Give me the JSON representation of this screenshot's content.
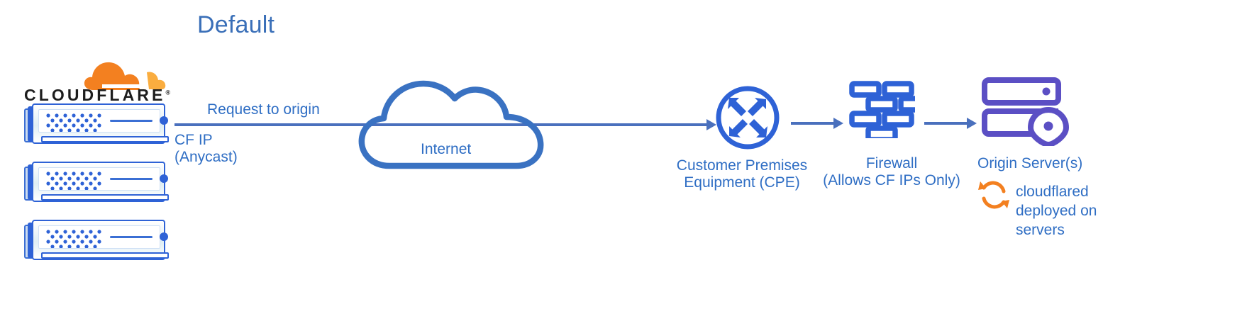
{
  "diagram": {
    "title": "Default",
    "brand": {
      "wordmark": "CLOUDFLARE",
      "registered": "®",
      "logo_icon": "cloudflare-cloud-logo",
      "cloud_color_dark": "#F38020",
      "cloud_color_light": "#FAAD3F"
    },
    "colors": {
      "title": "#3a6fb8",
      "label": "#2f6ec4",
      "flow_line": "#4a70bd",
      "icon_blue": "#2e62d6",
      "cloud_outline": "#3a72c2",
      "origin_purple": "#5b4fc4",
      "cloudflared_orange": "#F38020",
      "server_fill": "#dfeef4"
    },
    "servers": {
      "count": 3,
      "icon": "cloudflare-server-unit",
      "dot_columns": 7,
      "dot_rows": 4
    },
    "flow": {
      "line_label_top": "Request to origin",
      "line_label_bottom_line1": "CF IP",
      "line_label_bottom_line2": "(Anycast)"
    },
    "nodes": [
      {
        "id": "internet",
        "label": "Internet",
        "icon": "cloud-icon"
      },
      {
        "id": "cpe",
        "label_line1": "Customer Premises",
        "label_line2": "Equipment (CPE)",
        "icon": "router-converging-arrows-icon"
      },
      {
        "id": "firewall",
        "label_line1": "Firewall",
        "label_line2": "(Allows CF IPs Only)",
        "icon": "brick-wall-icon"
      },
      {
        "id": "origin",
        "label": "Origin Server(s)",
        "icon": "server-rack-location-pin-icon"
      }
    ],
    "cloudflared": {
      "icon": "refresh-cycle-icon",
      "line1": "cloudflared",
      "line2": "deployed on",
      "line3": "servers"
    }
  }
}
